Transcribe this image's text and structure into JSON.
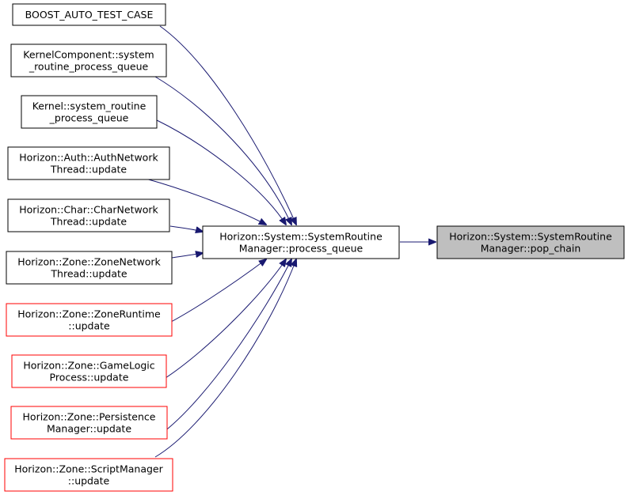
{
  "colors": {
    "edge": "#191970",
    "normal_border": "#000000",
    "external_border": "#ff0000",
    "focus_fill": "#bfbfbf",
    "node_fill": "#ffffff"
  },
  "nodes": {
    "boost": {
      "lines": [
        "BOOST_AUTO_TEST_CASE"
      ],
      "style": "normal"
    },
    "kernelcomp": {
      "lines": [
        "KernelComponent::system",
        "_routine_process_queue"
      ],
      "style": "normal"
    },
    "kernel": {
      "lines": [
        "Kernel::system_routine",
        "_process_queue"
      ],
      "style": "normal"
    },
    "auth": {
      "lines": [
        "Horizon::Auth::AuthNetwork",
        "Thread::update"
      ],
      "style": "normal"
    },
    "char": {
      "lines": [
        "Horizon::Char::CharNetwork",
        "Thread::update"
      ],
      "style": "normal"
    },
    "zonenet": {
      "lines": [
        "Horizon::Zone::ZoneNetwork",
        "Thread::update"
      ],
      "style": "normal"
    },
    "zoneruntime": {
      "lines": [
        "Horizon::Zone::ZoneRuntime",
        "::update"
      ],
      "style": "external"
    },
    "gamelogic": {
      "lines": [
        "Horizon::Zone::GameLogic",
        "Process::update"
      ],
      "style": "external"
    },
    "persistence": {
      "lines": [
        "Horizon::Zone::Persistence",
        "Manager::update"
      ],
      "style": "external"
    },
    "script": {
      "lines": [
        "Horizon::Zone::ScriptManager",
        "::update"
      ],
      "style": "external"
    },
    "process_queue": {
      "lines": [
        "Horizon::System::SystemRoutine",
        "Manager::process_queue"
      ],
      "style": "normal"
    },
    "pop_chain": {
      "lines": [
        "Horizon::System::SystemRoutine",
        "Manager::pop_chain"
      ],
      "style": "focus"
    }
  },
  "edges": [
    {
      "from": "process_queue",
      "to": "pop_chain"
    },
    {
      "from": "boost",
      "to": "process_queue"
    },
    {
      "from": "kernelcomp",
      "to": "process_queue"
    },
    {
      "from": "kernel",
      "to": "process_queue"
    },
    {
      "from": "auth",
      "to": "process_queue"
    },
    {
      "from": "char",
      "to": "process_queue"
    },
    {
      "from": "zonenet",
      "to": "process_queue"
    },
    {
      "from": "zoneruntime",
      "to": "process_queue"
    },
    {
      "from": "gamelogic",
      "to": "process_queue"
    },
    {
      "from": "persistence",
      "to": "process_queue"
    },
    {
      "from": "script",
      "to": "process_queue"
    }
  ]
}
